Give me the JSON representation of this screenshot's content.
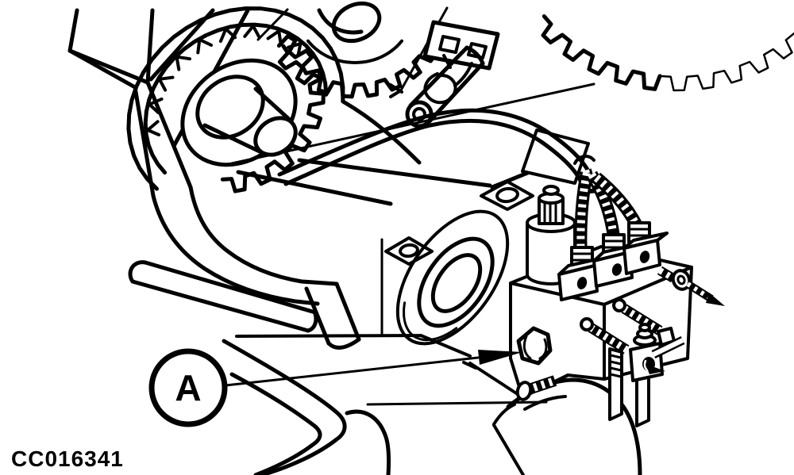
{
  "figure_code": "CC016341",
  "callout": {
    "label": "A",
    "points_to": "hex plug on hydraulic valve block"
  },
  "colors": {
    "line": "#000000",
    "background": "#ffffff"
  },
  "diagram": {
    "type": "technical line illustration",
    "subject": "engine timing gears, drive belt, frame and hydraulic solenoid valve block",
    "elements": [
      "camshaft-sprocket",
      "idler-gear",
      "upper-right-gear",
      "timing-belt",
      "frame-beams",
      "pin-tool",
      "engine-block-bore",
      "mounting-pads",
      "smooth-hose",
      "coiled-hoses",
      "valve-block",
      "solenoid-towers",
      "hex-plug",
      "fittings",
      "drain-pipes",
      "lever-valve",
      "callout-A-leader"
    ]
  }
}
